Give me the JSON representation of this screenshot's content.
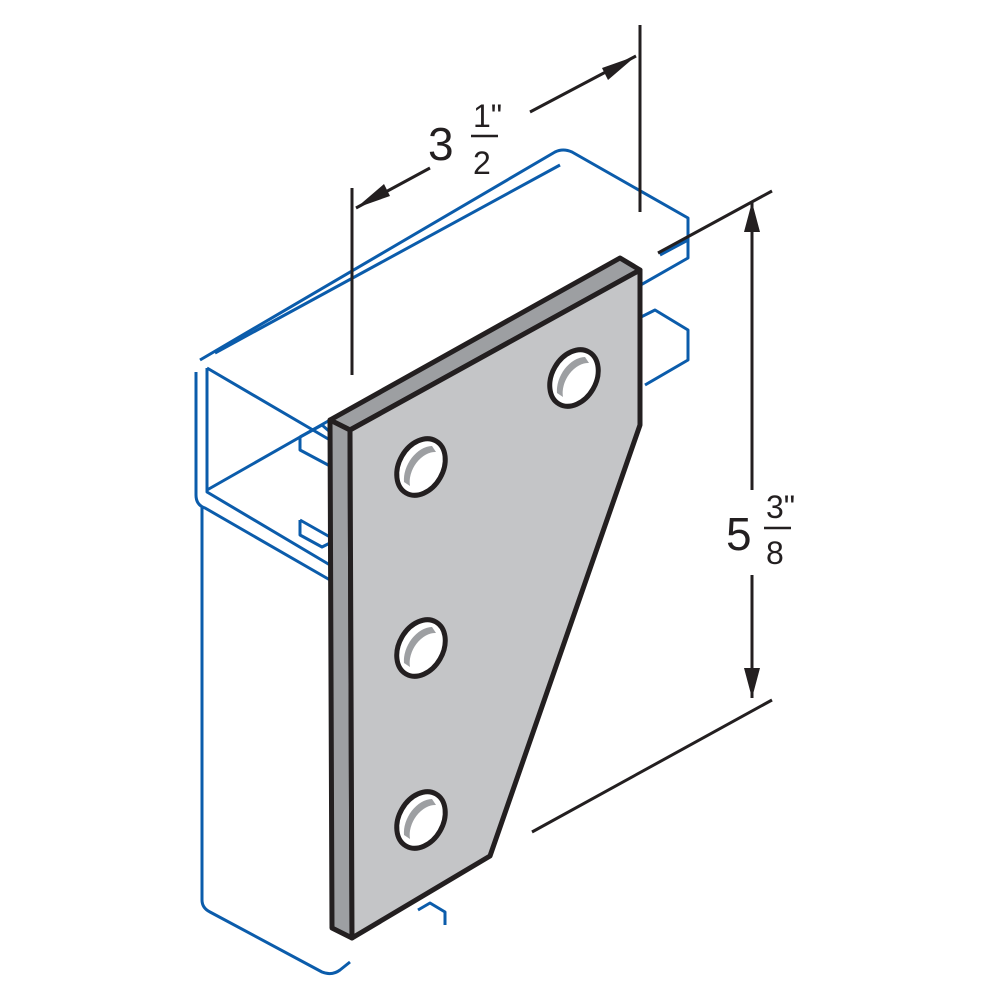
{
  "diagram": {
    "width_dim": {
      "whole": "3",
      "num": "1\"",
      "den": "2"
    },
    "height_dim": {
      "whole": "5",
      "num": "3\"",
      "den": "8"
    },
    "colors": {
      "channel": "#0b5cab",
      "plate": "#c4c5c7",
      "plate_edge": "#9d9fa2",
      "ink": "#231f20"
    }
  }
}
